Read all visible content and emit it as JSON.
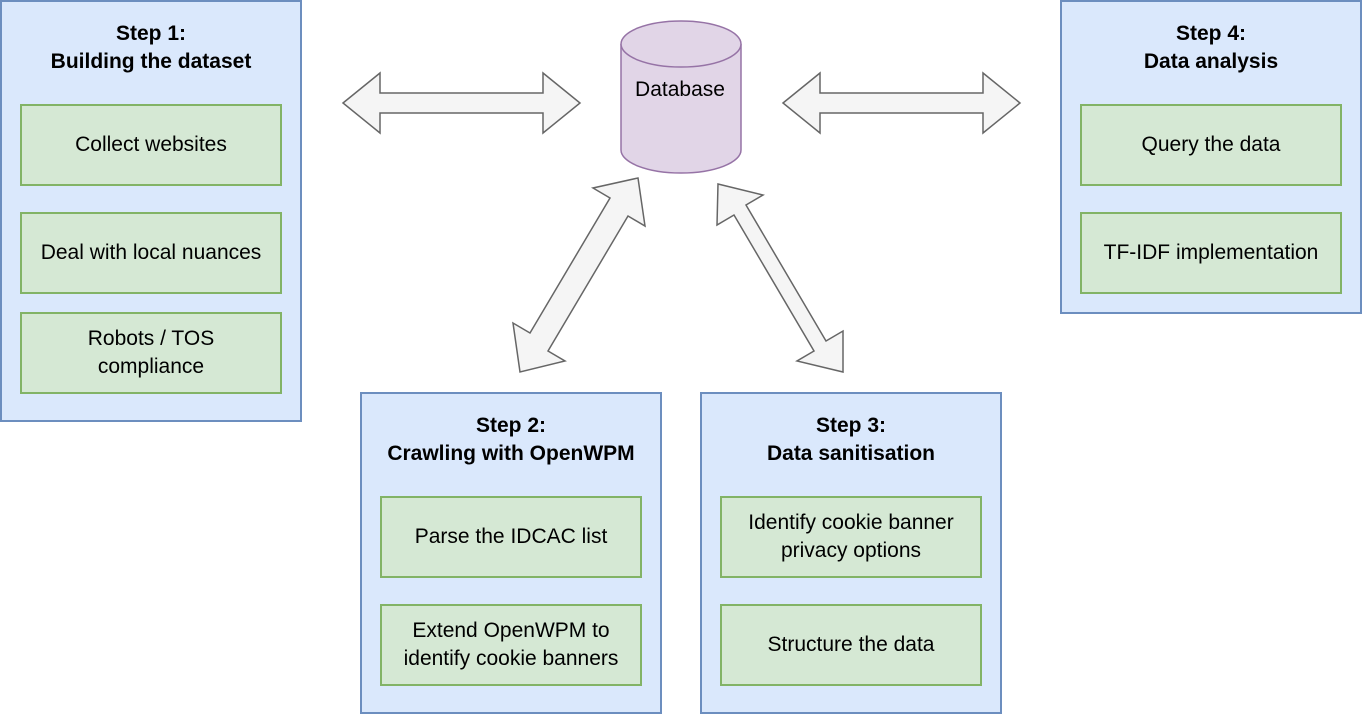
{
  "database": {
    "label": "Database"
  },
  "steps": [
    {
      "title_line1": "Step 1:",
      "title_line2": "Building the dataset",
      "tasks": [
        "Collect websites",
        "Deal with local nuances",
        "Robots / TOS\ncompliance"
      ]
    },
    {
      "title_line1": "Step 2:",
      "title_line2": "Crawling with OpenWPM",
      "tasks": [
        "Parse the IDCAC list",
        "Extend OpenWPM to\nidentify cookie banners"
      ]
    },
    {
      "title_line1": "Step 3:",
      "title_line2": "Data sanitisation",
      "tasks": [
        "Identify cookie banner\nprivacy options",
        "Structure the data"
      ]
    },
    {
      "title_line1": "Step 4:",
      "title_line2": "Data analysis",
      "tasks": [
        "Query the data",
        "TF-IDF implementation"
      ]
    }
  ],
  "colors": {
    "step_fill": "#dae8fc",
    "step_border": "#6c8ebf",
    "task_fill": "#d5e8d4",
    "task_border": "#82b366",
    "db_fill": "#e1d5e7",
    "db_border": "#9673a6",
    "arrow_fill": "#f5f5f5",
    "arrow_border": "#666666"
  }
}
